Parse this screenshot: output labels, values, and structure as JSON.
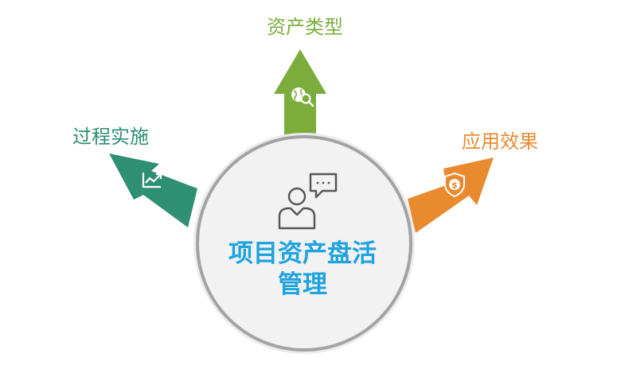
{
  "center": {
    "title_line1": "项目资产盘活",
    "title_line2": "管理"
  },
  "branches": {
    "top": {
      "label": "资产类型",
      "icon": "globe-search-icon"
    },
    "left": {
      "label": "过程实施",
      "icon": "trend-chart-icon"
    },
    "right": {
      "label": "应用效果",
      "icon": "shield-dollar-icon"
    }
  },
  "colors": {
    "top": "#7cac3c",
    "left": "#2f8f72",
    "right": "#ea8a2e",
    "title": "#1ea3e0",
    "ring": "#a3a3a3",
    "disc": "#f2f2f2",
    "halo": "#ececec",
    "icon_stroke": "#555555"
  }
}
